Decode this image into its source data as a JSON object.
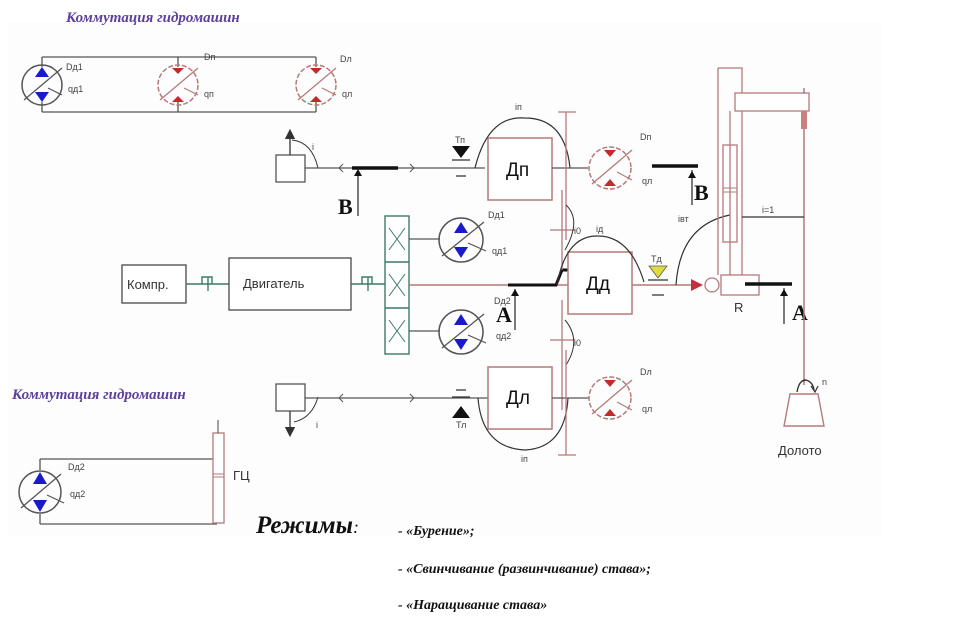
{
  "titles": {
    "top_commutation": "Коммутация гидромашин",
    "bottom_commutation": "Коммутация гидромашин"
  },
  "top_commutation_labels": {
    "pump_disp": "Dд1",
    "pump_flow": "qд1",
    "motor1_disp": "Dп",
    "motor1_flow": "qп",
    "motor2_disp": "Dл",
    "motor2_flow": "qл"
  },
  "bottom_commutation_labels": {
    "pump_disp": "Dд2",
    "pump_flow": "qд2",
    "cylinder": "ГЦ"
  },
  "drive": {
    "compressor": "Компр.",
    "engine": "Двигатель"
  },
  "pumps": {
    "pump1_disp": "Dд1",
    "pump1_flow": "qд1",
    "pump2_disp": "Dд2",
    "pump2_flow": "qд2"
  },
  "upper_branch": {
    "gear_ratio": "i",
    "section_letter": "В",
    "brake": "Тп",
    "motor_box": "Дп",
    "ratio_top": "iп",
    "motor_disp": "Dп",
    "motor_flow": "qл",
    "section_letter_right": "В"
  },
  "center_branch": {
    "section_letter": "А",
    "ratio_upper": "i0",
    "ratio_lower": "i0",
    "ratio_arc": "iд",
    "motor_box": "Дд",
    "brake": "Тд",
    "rotator_ratio": "iвт",
    "rotator": "R",
    "section_letter_right": "А",
    "unit_ratio": "i=1"
  },
  "lower_branch": {
    "gear_ratio": "i",
    "brake": "Тл",
    "motor_box": "Дл",
    "ratio_bottom": "iп",
    "motor_disp": "Dл",
    "motor_flow": "qл"
  },
  "bit": {
    "speed": "n",
    "label": "Долото"
  },
  "modes": {
    "heading": "Режимы",
    "colon": ":",
    "items": [
      "- «Бурение»;",
      "- «Свинчивание (развинчивание) става»;",
      "- «Наращивание става»"
    ]
  },
  "colors": {
    "title": "#5b3f9a",
    "pump_fill": "#1a1acc",
    "motor_fill": "#c42a2a",
    "brake_fill": "#e0dc40",
    "line_dark": "#333333",
    "line_red": "#b57a7a",
    "gearbox": "#3d7a66"
  }
}
